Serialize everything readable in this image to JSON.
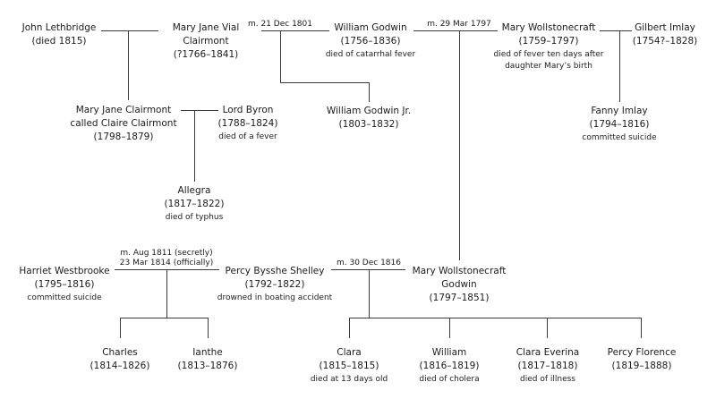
{
  "diagram_type": "family-tree",
  "colors": {
    "background": "#ffffff",
    "text": "#1b1b1b",
    "line": "#3a3a3a"
  },
  "nodes": [
    {
      "id": "john-lethbridge",
      "name": "John Lethbridge",
      "dates": "(died 1815)"
    },
    {
      "id": "mary-jane-vial-clairmont",
      "name": "Mary Jane Vial Clairmont",
      "dates": "(?1766–1841)"
    },
    {
      "id": "william-godwin",
      "name": "William Godwin",
      "dates": "(1756–1836)",
      "note": "died of catarrhal fever"
    },
    {
      "id": "mary-wollstonecraft",
      "name": "Mary Wollstonecraft",
      "dates": "(1759–1797)",
      "note": "died of fever ten days after daughter Mary’s birth"
    },
    {
      "id": "gilbert-imlay",
      "name": "Gilbert Imlay",
      "dates": "(1754?–1828)"
    },
    {
      "id": "mary-jane-clairmont",
      "name": "Mary Jane Clairmont",
      "alias": "called Claire Clairmont",
      "dates": "(1798–1879)"
    },
    {
      "id": "lord-byron",
      "name": "Lord Byron",
      "dates": "(1788–1824)",
      "note": "died of a fever"
    },
    {
      "id": "william-godwin-jr",
      "name": "William Godwin Jr.",
      "dates": "(1803–1832)"
    },
    {
      "id": "fanny-imlay",
      "name": "Fanny Imlay",
      "dates": "(1794–1816)",
      "note": "committed suicide"
    },
    {
      "id": "allegra",
      "name": "Allegra",
      "dates": "(1817–1822)",
      "note": "died of typhus"
    },
    {
      "id": "harriet-westbrooke",
      "name": "Harriet Westbrooke",
      "dates": "(1795–1816)",
      "note": "committed suicide"
    },
    {
      "id": "percy-bysshe-shelley",
      "name": "Percy Bysshe Shelley",
      "dates": "(1792–1822)",
      "note": "drowned in boating accident"
    },
    {
      "id": "mary-wollstonecraft-godwin",
      "name": "Mary Wollstonecraft Godwin",
      "dates": "(1797–1851)"
    },
    {
      "id": "charles",
      "name": "Charles",
      "dates": "(1814–1826)"
    },
    {
      "id": "ianthe",
      "name": "Ianthe",
      "dates": "(1813–1876)"
    },
    {
      "id": "clara",
      "name": "Clara",
      "dates": "(1815–1815)",
      "note": "died at 13 days old"
    },
    {
      "id": "william-shelley",
      "name": "William",
      "dates": "(1816–1819)",
      "note": "died of cholera"
    },
    {
      "id": "clara-everina",
      "name": "Clara Everina",
      "dates": "(1817–1818)",
      "note": "died of illness"
    },
    {
      "id": "percy-florence",
      "name": "Percy Florence",
      "dates": "(1819–1888)"
    }
  ],
  "marriages": [
    {
      "label": "m. 21 Dec 1801"
    },
    {
      "label": "m. 29 Mar 1797"
    },
    {
      "label": "m. Aug 1811 (secretly)",
      "label2": "23 Mar 1814 (officially)"
    },
    {
      "label": "m. 30 Dec 1816"
    }
  ]
}
